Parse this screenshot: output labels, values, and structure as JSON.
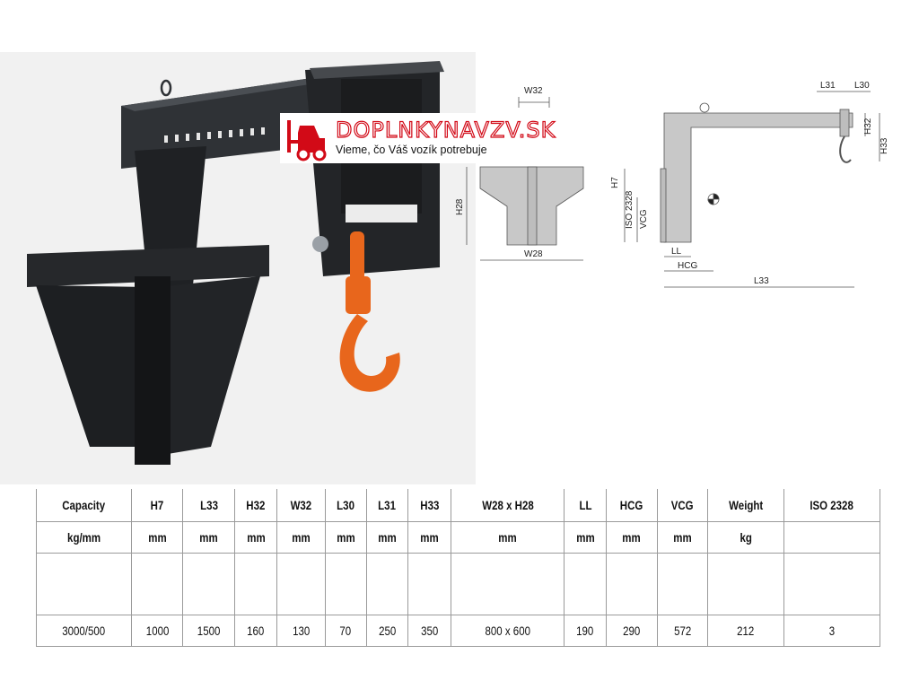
{
  "watermark": {
    "brand": "DOPLNKYNAVZV.SK",
    "tagline": "Vieme, čo Váš vozík potrebuje",
    "logo_color": "#d20a17"
  },
  "drawings": {
    "front": {
      "w32": "W32",
      "h28": "H28",
      "w28": "W28"
    },
    "side": {
      "h7": "H7",
      "iso": "ISO 2328",
      "vcg": "VCG",
      "ll": "LL",
      "hcg": "HCG",
      "l33": "L33",
      "l31": "L31",
      "l30": "L30",
      "h32": "H32",
      "h33": "H33"
    }
  },
  "photo": {
    "hook_color": "#e8661c",
    "frame_color": "#2a2c2f"
  },
  "table": {
    "headers": [
      "Capacity",
      "H7",
      "L33",
      "H32",
      "W32",
      "L30",
      "L31",
      "H33",
      "W28 x H28",
      "LL",
      "HCG",
      "VCG",
      "Weight",
      "ISO 2328"
    ],
    "units": [
      "kg/mm",
      "mm",
      "mm",
      "mm",
      "mm",
      "mm",
      "mm",
      "mm",
      "mm",
      "mm",
      "mm",
      "mm",
      "kg",
      ""
    ],
    "values": [
      "3000/500",
      "1000",
      "1500",
      "160",
      "130",
      "70",
      "250",
      "350",
      "800 x 600",
      "190",
      "290",
      "572",
      "212",
      "3"
    ]
  }
}
